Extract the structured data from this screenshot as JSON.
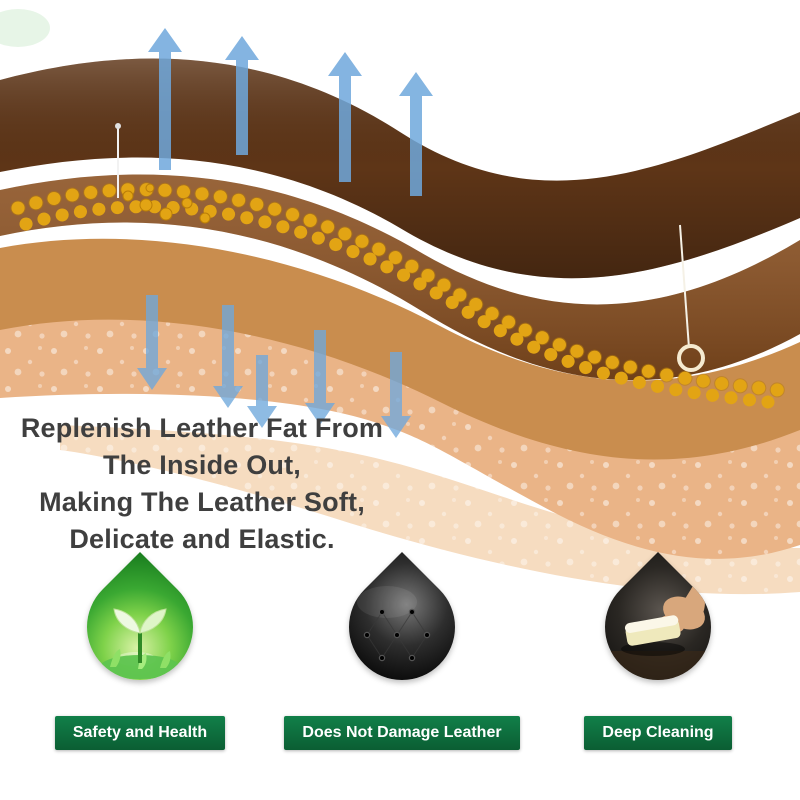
{
  "headline": {
    "lines": [
      "Replenish Leather Fat From",
      "The Inside Out,",
      "Making The Leather Soft,",
      "Delicate and Elastic."
    ]
  },
  "features": [
    {
      "icon": "seedling-droplet-icon",
      "label": "Safety and Health"
    },
    {
      "icon": "tufted-leather-droplet-icon",
      "label": "Does Not Damage Leather"
    },
    {
      "icon": "sponge-cleaning-droplet-icon",
      "label": "Deep Cleaning"
    }
  ],
  "diagram": {
    "description": "leather cross-section layers with breathability arrows and fat particles",
    "layer_colors": {
      "layer1": "#5e3517",
      "layer2": "#8a4f1f",
      "layer3": "#c98d4e",
      "layer4": "#eab487",
      "layer5": "#f6dcc0"
    },
    "arrow_color": "#6fa8dc",
    "bead_color": "#e2a414",
    "up_arrow_count": 4,
    "down_arrow_count": 5
  },
  "colors": {
    "banner_green": "#0d6b38",
    "headline_text": "#3f3f3f",
    "background": "#ffffff"
  }
}
